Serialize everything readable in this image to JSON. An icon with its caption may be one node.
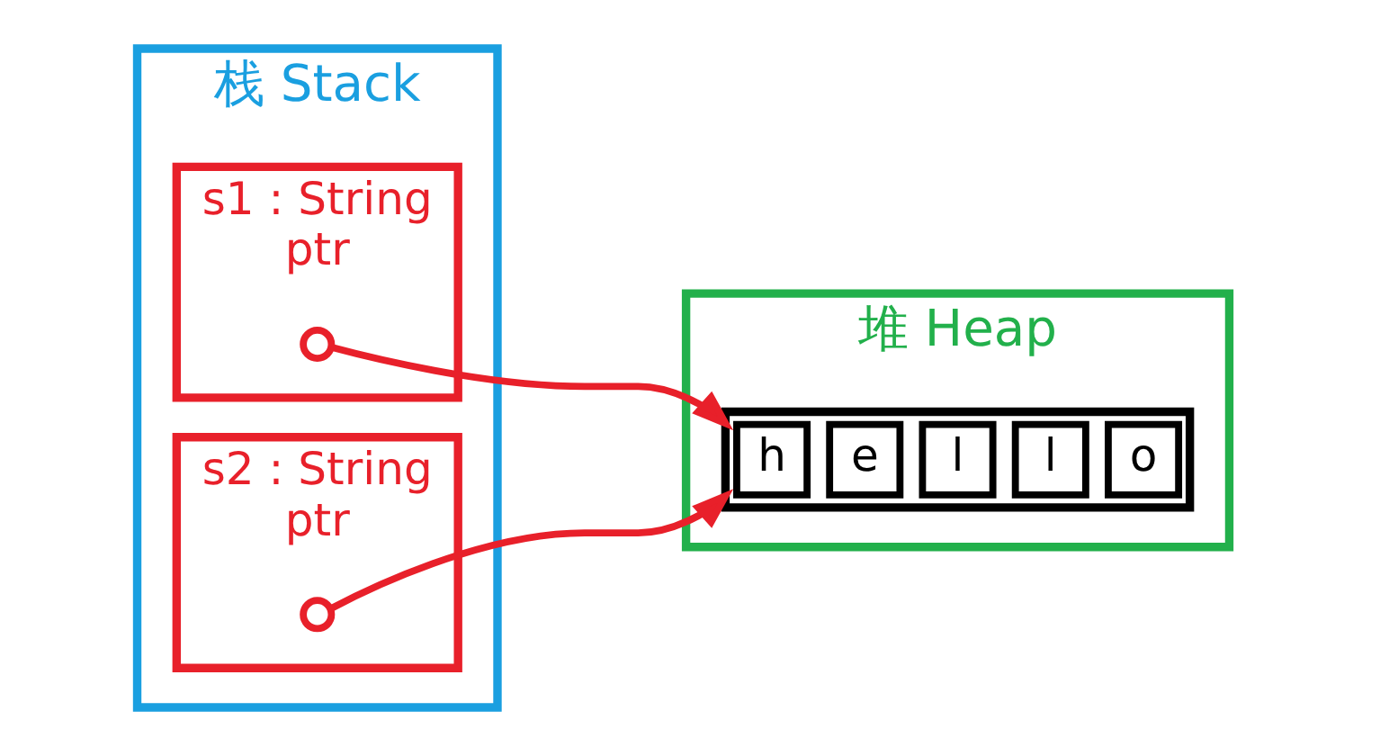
{
  "diagram": {
    "nodes": [
      {
        "text": [
          "栈 Stack"
        ]
      },
      {
        "text": [
          "s1 : String",
          "ptr"
        ],
        "in": 0
      },
      {
        "text": [],
        "shape": "circle",
        "in": 1
      },
      {
        "text": [
          "s2 : String",
          "ptr"
        ],
        "in": 0
      },
      {
        "text": [],
        "shape": "circle",
        "in": 3
      },
      {
        "text": [
          "堆 Heap"
        ]
      },
      {
        "text": [],
        "shape": "box",
        "in": 5
      },
      {
        "text": [
          "h"
        ],
        "in": 6
      },
      {
        "text": [
          "e"
        ],
        "in": 6
      },
      {
        "text": [
          "l"
        ],
        "in": 6
      },
      {
        "text": [
          "l"
        ],
        "in": 6
      },
      {
        "text": [
          "o"
        ],
        "in": 6
      }
    ],
    "edges": [
      {
        "from": 2,
        "to": 6,
        "arrow": "to"
      },
      {
        "from": 4,
        "to": 6,
        "arrow": "to"
      }
    ]
  }
}
